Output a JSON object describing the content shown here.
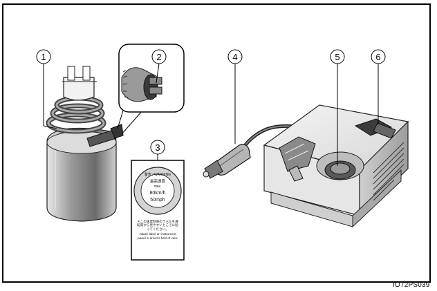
{
  "figure": {
    "code": "IO72PS039",
    "callouts": [
      "1",
      "2",
      "3",
      "4",
      "5",
      "6"
    ]
  },
  "sticker": {
    "warning_header": "警告 / WARNING",
    "speed_title": "最高速度",
    "max": "max.",
    "kmh": "80km/h",
    "mph": "50mph",
    "jp_note": "＊この速度制限のラベルを運転席から見やすいところに貼ってください。",
    "en_note": "Attach label on instrument panel in driver's field of view"
  }
}
